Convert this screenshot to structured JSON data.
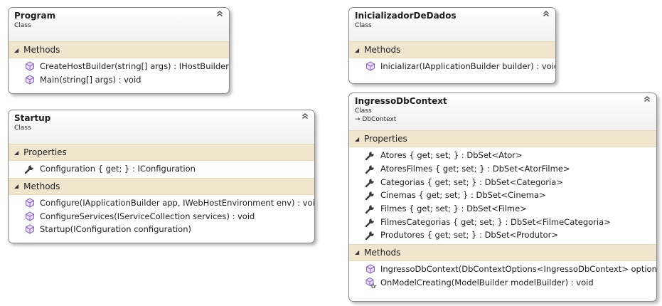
{
  "classes": [
    {
      "name": "Program",
      "stereotype": "Class",
      "sections": [
        {
          "label": "Methods",
          "members": [
            {
              "text": "CreateHostBuilder(string[] args) : IHostBuilder",
              "icon": "method-icon"
            },
            {
              "text": "Main(string[] args) : void",
              "icon": "method-icon"
            }
          ]
        }
      ]
    },
    {
      "name": "Startup",
      "stereotype": "Class",
      "sections": [
        {
          "label": "Properties",
          "members": [
            {
              "text": "Configuration { get; } : IConfiguration",
              "icon": "property-wrench-icon"
            }
          ]
        },
        {
          "label": "Methods",
          "members": [
            {
              "text": "Configure(IApplicationBuilder app, IWebHostEnvironment env) : void",
              "icon": "method-icon"
            },
            {
              "text": "ConfigureServices(IServiceCollection services) : void",
              "icon": "method-icon"
            },
            {
              "text": "Startup(IConfiguration configuration)",
              "icon": "method-icon"
            }
          ]
        }
      ]
    },
    {
      "name": "InicializadorDeDados",
      "stereotype": "Class",
      "sections": [
        {
          "label": "Methods",
          "members": [
            {
              "text": "Inicializar(IApplicationBuilder builder) : void",
              "icon": "method-icon"
            }
          ]
        }
      ]
    },
    {
      "name": "IngressoDbContext",
      "stereotype": "Class",
      "base": "DbContext",
      "sections": [
        {
          "label": "Properties",
          "members": [
            {
              "text": "Atores { get; set; } : DbSet<Ator>",
              "icon": "property-wrench-icon"
            },
            {
              "text": "AtoresFilmes { get; set; } : DbSet<AtorFilme>",
              "icon": "property-wrench-icon"
            },
            {
              "text": "Categorias { get; set; } : DbSet<Categoria>",
              "icon": "property-wrench-icon"
            },
            {
              "text": "Cinemas { get; set; } : DbSet<Cinema>",
              "icon": "property-wrench-icon"
            },
            {
              "text": "Filmes { get; set; } : DbSet<Filme>",
              "icon": "property-wrench-icon"
            },
            {
              "text": "FilmesCategorias { get; set; } : DbSet<FilmeCategoria>",
              "icon": "property-wrench-icon"
            },
            {
              "text": "Produtores { get; set; } : DbSet<Produtor>",
              "icon": "property-wrench-icon"
            }
          ]
        },
        {
          "label": "Methods",
          "members": [
            {
              "text": "IngressoDbContext(DbContextOptions<IngressoDbContext>  options)",
              "icon": "method-icon"
            },
            {
              "text": "OnModelCreating(ModelBuilder modelBuilder) : void",
              "icon": "protected-override-method-icon"
            }
          ]
        }
      ]
    }
  ],
  "colors": {
    "section_band": "#efe6cd",
    "method_icon": "#9b6fcf",
    "border": "#888888"
  }
}
